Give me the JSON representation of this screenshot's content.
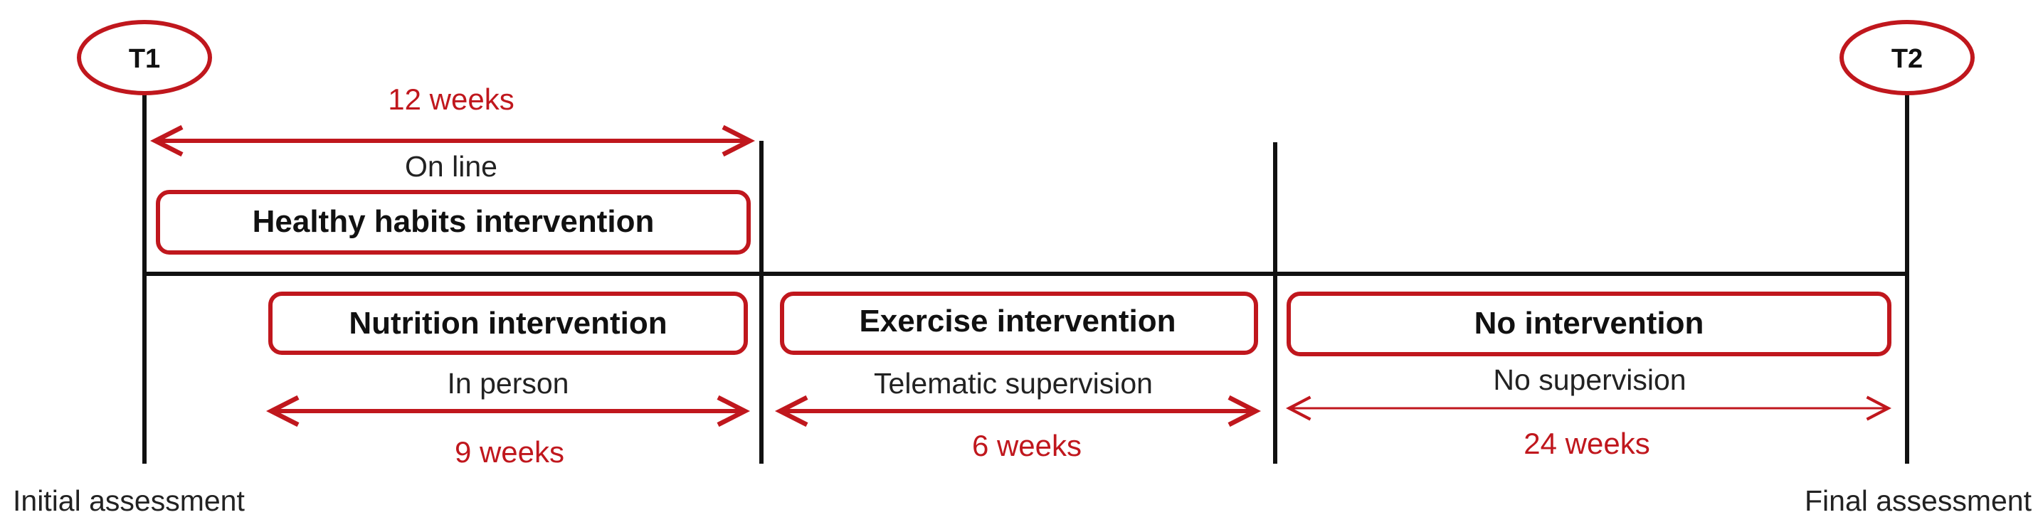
{
  "timepoints": {
    "start": {
      "label": "T1",
      "caption": "Initial assessment"
    },
    "end": {
      "label": "T2",
      "caption": "Final assessment"
    }
  },
  "top_phase": {
    "duration": "12 weeks",
    "mode": "On line",
    "intervention": "Healthy habits intervention"
  },
  "phases": [
    {
      "intervention": "Nutrition intervention",
      "mode": "In person",
      "duration": "9 weeks"
    },
    {
      "intervention": "Exercise intervention",
      "mode": "Telematic supervision",
      "duration": "6 weeks"
    },
    {
      "intervention": "No intervention",
      "mode": "No supervision",
      "duration": "24 weeks"
    }
  ],
  "colors": {
    "accent": "#c0171d",
    "line": "#111111"
  }
}
